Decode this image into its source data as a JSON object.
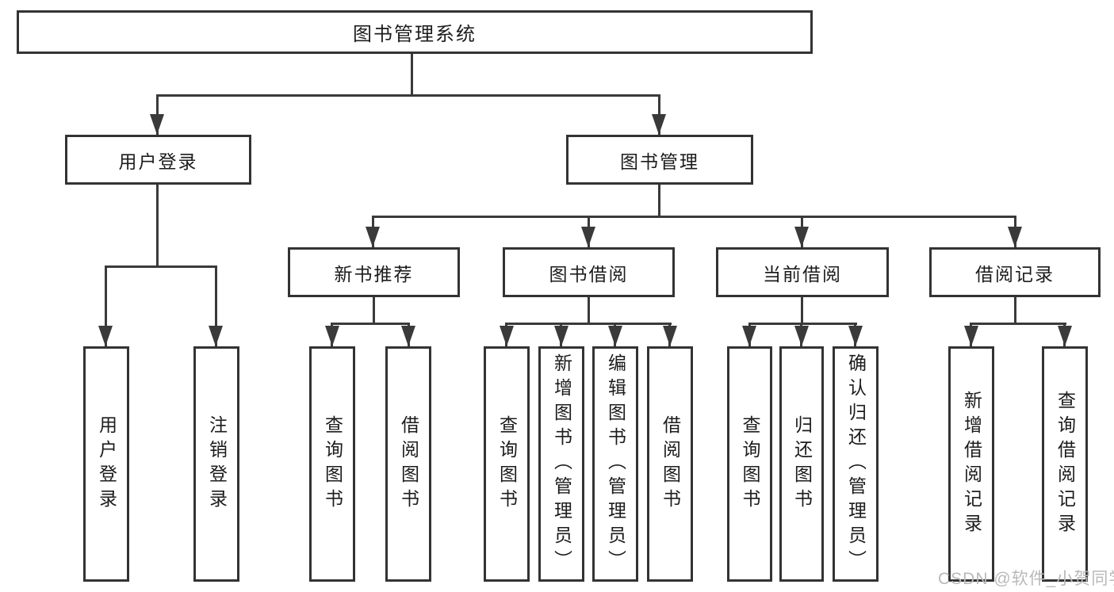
{
  "page": {
    "background": "#ffffff"
  },
  "colors": {
    "line": "#3a3a3a",
    "box_border": "#333333",
    "box_fill": "#ffffff",
    "text": "#1c1c1c",
    "watermark": "#b9b9b9"
  },
  "nodes": {
    "root": "图书管理系统",
    "login": "用户登录",
    "manage": "图书管理",
    "recommend": "新书推荐",
    "borrow": "图书借阅",
    "current": "当前借阅",
    "records": "借阅记录",
    "login_user": "用户登录",
    "login_logout": "注销登录",
    "recommend_query": "查询图书",
    "recommend_borrow": "借阅图书",
    "borrow_query": "查询图书",
    "borrow_add": "新增图书（管理员）",
    "borrow_edit": "编辑图书（管理员）",
    "borrow_borrow": "借阅图书",
    "current_query": "查询图书",
    "current_return": "归还图书",
    "current_confirm": "确认归还（管理员）",
    "records_add": "新增借阅记录",
    "records_query": "查询借阅记录"
  },
  "hierarchy": {
    "root": "图书管理系统",
    "children": [
      {
        "label": "用户登录",
        "children": [
          "用户登录",
          "注销登录"
        ]
      },
      {
        "label": "图书管理",
        "children": [
          {
            "label": "新书推荐",
            "children": [
              "查询图书",
              "借阅图书"
            ]
          },
          {
            "label": "图书借阅",
            "children": [
              "查询图书",
              "新增图书（管理员）",
              "编辑图书（管理员）",
              "借阅图书"
            ]
          },
          {
            "label": "当前借阅",
            "children": [
              "查询图书",
              "归还图书",
              "确认归还（管理员）"
            ]
          },
          {
            "label": "借阅记录",
            "children": [
              "新增借阅记录",
              "查询借阅记录"
            ]
          }
        ]
      }
    ]
  },
  "watermark": {
    "text": "CSDN @软件_小贺同学"
  }
}
